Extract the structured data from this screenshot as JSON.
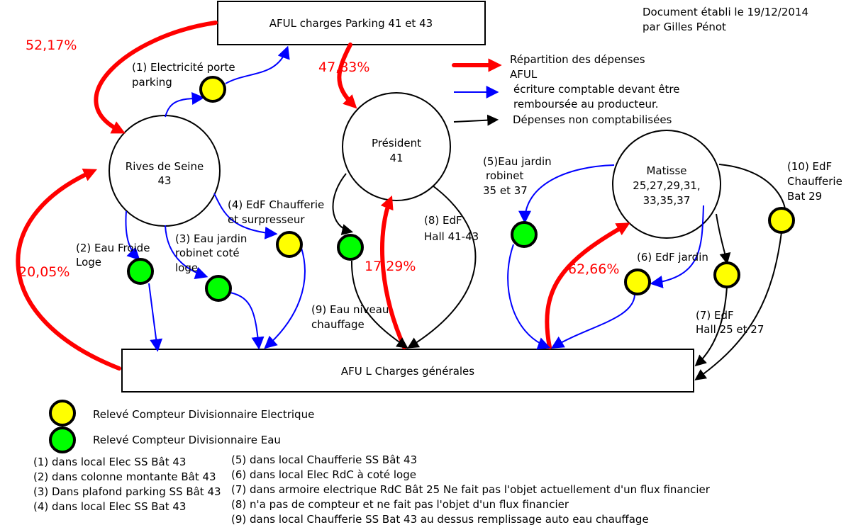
{
  "doc_info": [
    "Document établi le 19/12/2014",
    "par Gilles Pénot"
  ],
  "boxes": {
    "parking": "AFUL charges Parking 41 et 43",
    "generales": "AFU L Charges générales"
  },
  "nodes": {
    "rives": [
      "Rives de Seine",
      "43"
    ],
    "president": [
      "Président",
      "41"
    ],
    "matisse": [
      "Matisse",
      "25,27,29,31,",
      "33,35,37"
    ]
  },
  "percentages": {
    "p1": "52,17%",
    "p2": "47,83%",
    "p3": "20,05%",
    "p4": "17,29%",
    "p5": "62,66%"
  },
  "legend": {
    "red": [
      "Répartition des dépenses",
      "AFUL"
    ],
    "blue": [
      "écriture comptable devant être",
      "remboursée au producteur."
    ],
    "black": "Dépenses non comptabilisées",
    "yellow": "Relevé Compteur Divisionnaire Electrique",
    "green": "Relevé Compteur Divisionnaire Eau"
  },
  "meter_labels": {
    "m1": [
      "(1) Electricité porte",
      "parking"
    ],
    "m2": [
      "(2)  Eau Froide",
      "Loge"
    ],
    "m3": [
      "(3) Eau jardin",
      "robinet coté",
      "loge"
    ],
    "m4": [
      "(4) EdF Chaufferie",
      "et surpresseur"
    ],
    "m5": [
      "(5)Eau jardin",
      "robinet",
      "35 et 37"
    ],
    "m6": "(6) EdF jardin",
    "m7": [
      "(7) EdF",
      "Hall 25 et 27"
    ],
    "m8": [
      "(8) EdF",
      "Hall 41-43"
    ],
    "m9": [
      "(9)  Eau niveau",
      "chauffage"
    ],
    "m10": [
      "(10) EdF",
      "Chaufferie",
      "Bat 29"
    ]
  },
  "notes_left": [
    "(1) dans local Elec SS Bât 43",
    "(2) dans colonne montante Bât 43",
    "(3) Dans plafond parking SS Bât 43",
    "(4) dans local Elec SS Bat 43"
  ],
  "notes_right": [
    "(5) dans local Chaufferie SS Bât 43",
    "(6) dans local Elec RdC à coté loge",
    "(7) dans armoire electrique RdC Bât 25 Ne fait pas l'objet actuellement d'un flux financier",
    "(8) n'a pas de compteur et ne fait pas l'objet d'un flux financier",
    "(9) dans local Chaufferie SS Bat 43 au dessus remplissage auto eau chauffage"
  ],
  "colors": {
    "red": "#ff0000",
    "blue": "#0000ff",
    "black": "#000000",
    "yellow": "#ffff00",
    "green": "#00ff00"
  }
}
